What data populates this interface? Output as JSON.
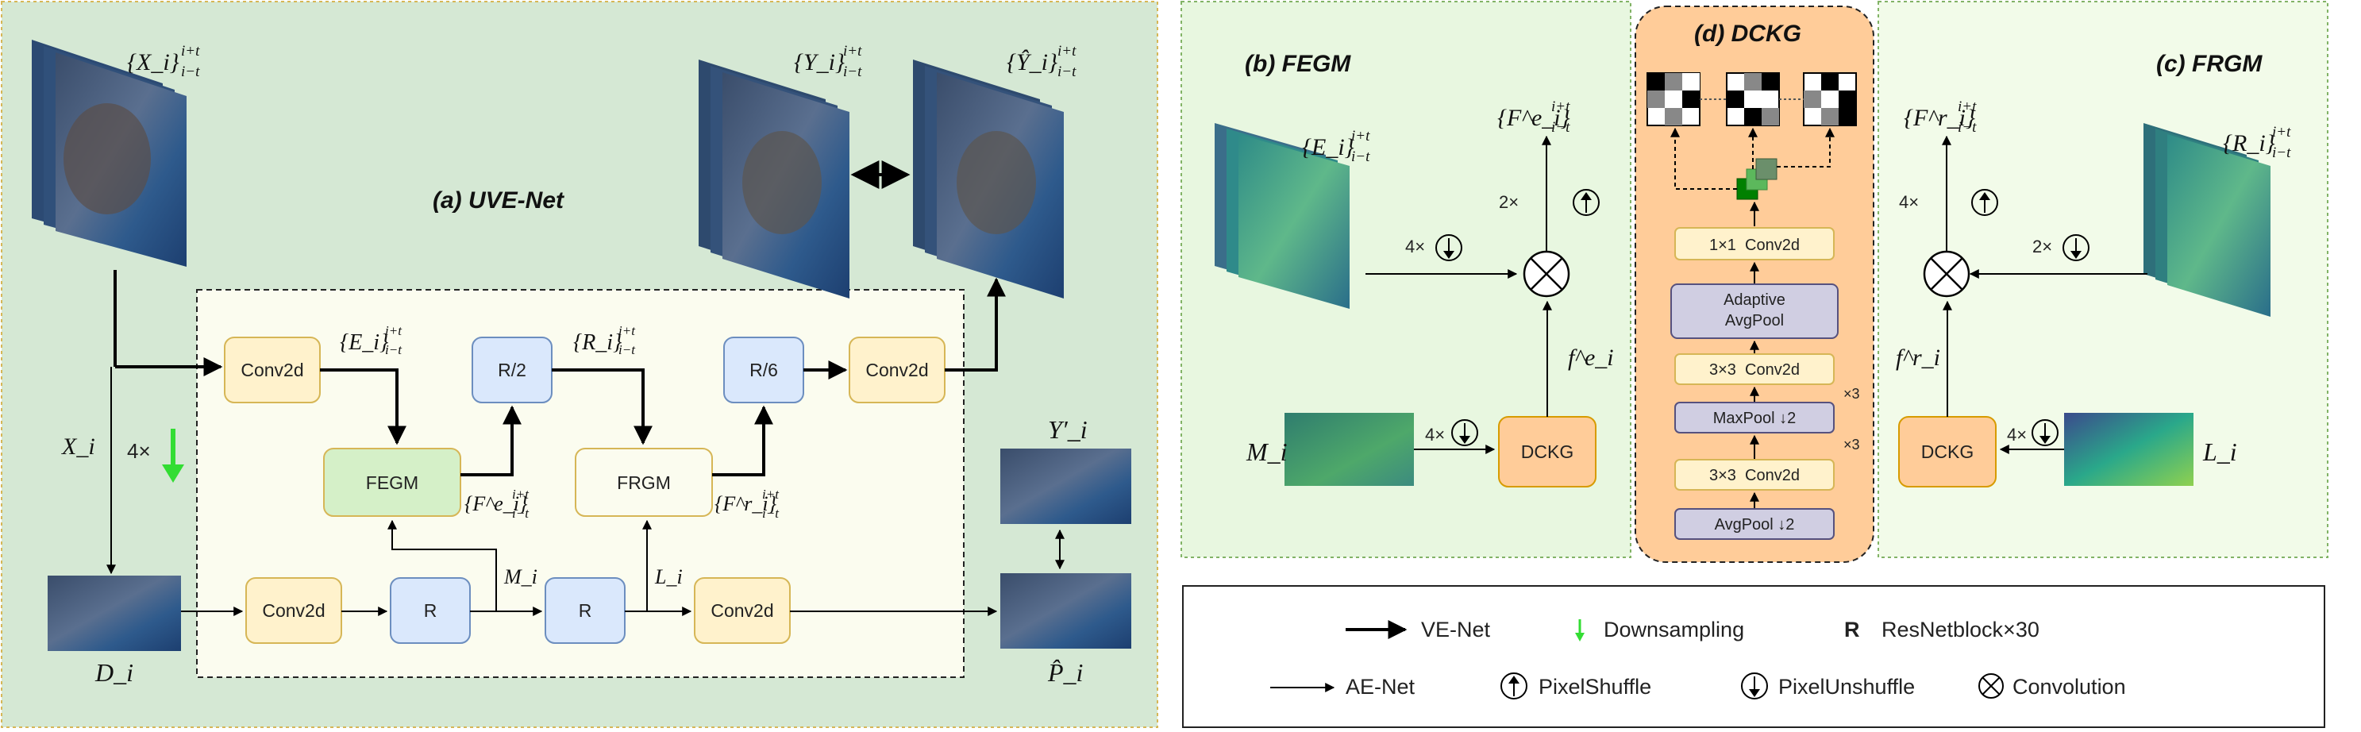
{
  "colors": {
    "panel_a_bg": "#d5e8d4",
    "panel_a_border": "#d6b656",
    "panel_bc_bg": "#e8f7e0",
    "panel_d_bg": "#ffcc99",
    "inner_bg": "#fbfcef",
    "box_orange_fill": "#fff2cc",
    "box_orange_stroke": "#d6b656",
    "box_blue_fill": "#dae8fc",
    "box_blue_stroke": "#6c8ebf",
    "box_green_fill": "#d5f0c8",
    "box_purple_fill": "#d0cee2",
    "box_purple_stroke": "#56517e",
    "box_dckg_fill": "#ffcc99",
    "green_arrow": "#33dd33"
  },
  "panel_a": {
    "title": "(a) UVE-Net",
    "input_label": "{X_i}",
    "y_label": "{Y_i}",
    "yhat_label": "{Ŷ_i}",
    "range": "i+t",
    "range_low": "i−t",
    "x_i": "X_i",
    "downsample": "4×",
    "d_i": "D_i",
    "y_prime": "Y′_i",
    "p_hat": "P̂_i",
    "m_i": "M_i",
    "l_i": "L_i",
    "e_label": "{E_i}",
    "r_label": "{R_i}",
    "fe_label": "{F^e_i}",
    "fr_label": "{F^r_i}",
    "boxes": {
      "conv2d_top1": "Conv2d",
      "r2": "R/2",
      "r6": "R/6",
      "conv2d_top2": "Conv2d",
      "fegm": "FEGM",
      "frgm": "FRGM",
      "conv2d_bot1": "Conv2d",
      "r_bot1": "R",
      "r_bot2": "R",
      "conv2d_bot2": "Conv2d"
    }
  },
  "panel_b": {
    "title": "(b) FEGM",
    "e_label": "{E_i}",
    "fe_label": "{F^e_i}",
    "m_i": "M_i",
    "f_e": "f^e_i",
    "unshuffle_4x": "4×",
    "shuffle_2x": "2×",
    "unshuffle_4x_bottom": "4×",
    "dckg": "DCKG"
  },
  "panel_d": {
    "title": "(d) DCKG",
    "layers": [
      "1×1  Conv2d",
      "Adaptive AvgPool",
      "3×3  Conv2d",
      "MaxPool ↓2",
      "3×3  Conv2d",
      "AvgPool ↓2"
    ],
    "repeat_1": "×3",
    "repeat_2": "×3"
  },
  "panel_c": {
    "title": "(c) FRGM",
    "fr_label": "{F^r_i}",
    "r_label": "{R_i}",
    "f_r": "f^r_i",
    "l_i": "L_i",
    "shuffle_4x": "4×",
    "unshuffle_2x": "2×",
    "unshuffle_4x": "4×",
    "dckg": "DCKG"
  },
  "legend": {
    "ve_net": "VE-Net",
    "downsampling": "Downsampling",
    "r_symbol": "R",
    "resnet": "ResNetblock×30",
    "ae_net": "AE-Net",
    "pixel_shuffle": "PixelShuffle",
    "pixel_unshuffle": "PixelUnshuffle",
    "convolution": "Convolution"
  }
}
